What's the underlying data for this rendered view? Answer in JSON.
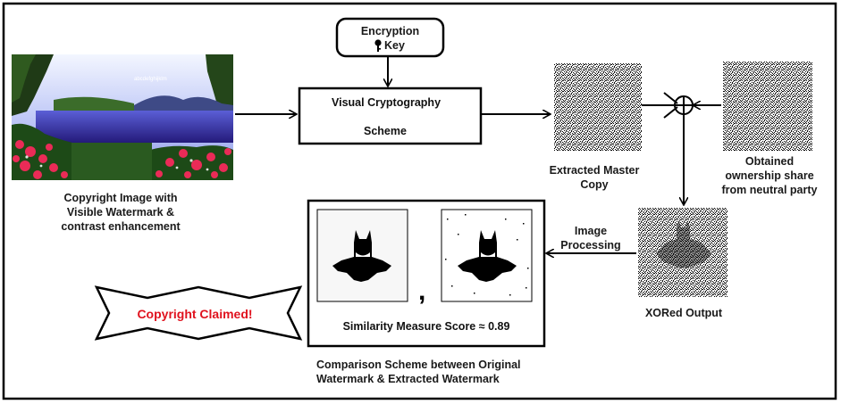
{
  "encryption_key": {
    "line1": "Encryption",
    "line2": "Key"
  },
  "vc_scheme": {
    "line1": "Visual Cryptography",
    "line2": "Scheme"
  },
  "copyright_image": {
    "watermark_text": "abcdefghijklm",
    "caption": [
      "Copyright Image with",
      "Visible Watermark &",
      "contrast enhancement"
    ]
  },
  "master_copy": {
    "caption": [
      "Extracted Master",
      "Copy"
    ]
  },
  "ownership_share": {
    "caption": [
      "Obtained",
      "ownership share",
      "from neutral party"
    ]
  },
  "xored_output": {
    "caption": "XORed Output"
  },
  "image_processing": {
    "caption": [
      "Image",
      "Processing"
    ]
  },
  "comparison": {
    "separator": ",",
    "similarity": "Similarity Measure Score ≈ 0.89",
    "caption": [
      "Comparison Scheme between Original",
      "Watermark & Extracted Watermark"
    ]
  },
  "badge": {
    "text": "Copyright Claimed!"
  },
  "colors": {
    "badge_text": "#e0121e",
    "sky": "#7f8fe6",
    "lake": "#3a2a9a",
    "flowers": "#e6305a"
  }
}
